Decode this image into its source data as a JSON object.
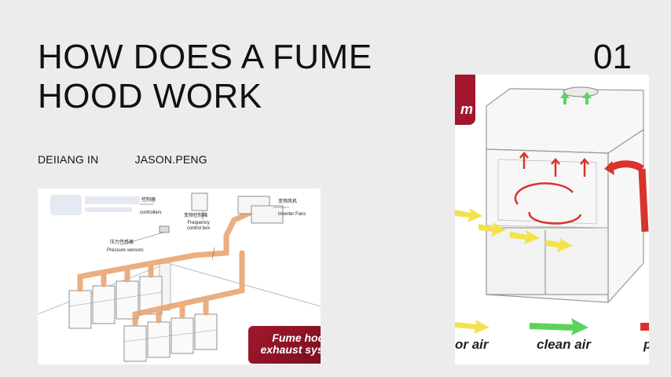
{
  "slide": {
    "title_line1": "HOW DOES A FUME",
    "title_line2": "HOOD WORK",
    "number": "01",
    "author1": "DEIIANG IN",
    "author2": "JASON.PENG"
  },
  "exhaust_diagram": {
    "caption_line1": "Fume hood",
    "caption_line2": "exhaust system",
    "label_controllers_cn": "控制器",
    "label_controllers": "controllers",
    "label_freq_cn": "变频控制箱",
    "label_freq_line1": "Frequency",
    "label_freq_line2": "control box",
    "label_fans_cn": "变频风机",
    "label_fans": "Inverter Fans",
    "label_pressure_cn": "压力传感器",
    "label_pressure": "Pressure sensors"
  },
  "airflow_diagram": {
    "legend_left": "or air",
    "legend_middle": "clean air",
    "legend_right": "p",
    "badge_text": "m"
  },
  "colors": {
    "background": "#ececec",
    "accent_red": "#a2172d",
    "duct_orange": "#e8a06a",
    "arrow_red": "#d9342b",
    "arrow_yellow": "#f3e24a",
    "arrow_green": "#5cd35c"
  }
}
